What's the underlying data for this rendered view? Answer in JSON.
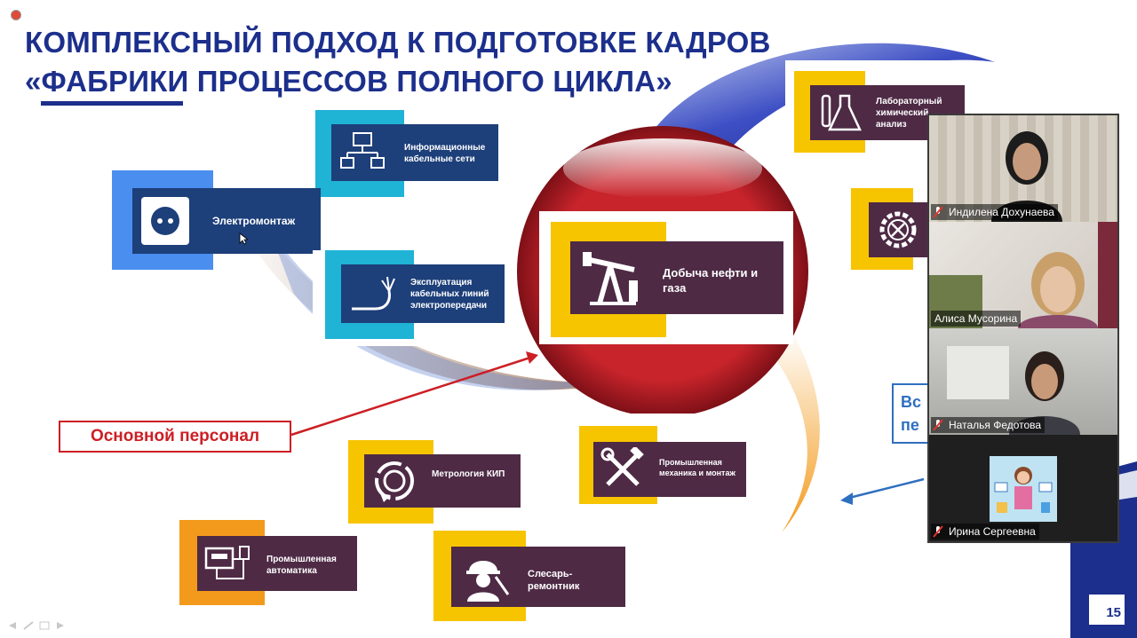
{
  "slide": {
    "title_line1": "КОМПЛЕКСНЫЙ ПОДХОД К ПОДГОТОВКЕ КАДРОВ",
    "title_line2": "«ФАБРИКИ ПРОЦЕССОВ ПОЛНОГО ЦИКЛА»",
    "page_number": "15",
    "callout_main": "Основной персонал",
    "callout_right_partial": "Вс\nпе"
  },
  "cards": {
    "info": "Информационные кабельные сети",
    "electro": "Электромонтаж",
    "cable": "Эксплуатация кабельных линий электропередачи",
    "oil": "Добыча нефти и газа",
    "lab": "Лабораторный химический анализ",
    "metro": "Метрология КИП",
    "mech": "Промышленная механика и монтаж",
    "auto": "Промышленная автоматика",
    "repair": "Слесарь-ремонтник"
  },
  "participants": [
    {
      "name": "Индилена Дохунаева",
      "muted": true
    },
    {
      "name": "Алиса Мусорина",
      "muted": false
    },
    {
      "name": "Наталья Федотова",
      "muted": true
    },
    {
      "name": "Ирина Сергеевна",
      "muted": true
    }
  ],
  "colors": {
    "title_blue": "#1c2f8c",
    "card_maroon": "#4e2a45",
    "card_navy": "#1d3f7a",
    "accent_yellow": "#f7c400",
    "accent_cyan": "#1fb3d6",
    "accent_orange": "#f39a1c",
    "callout_red": "#cc1f24"
  }
}
